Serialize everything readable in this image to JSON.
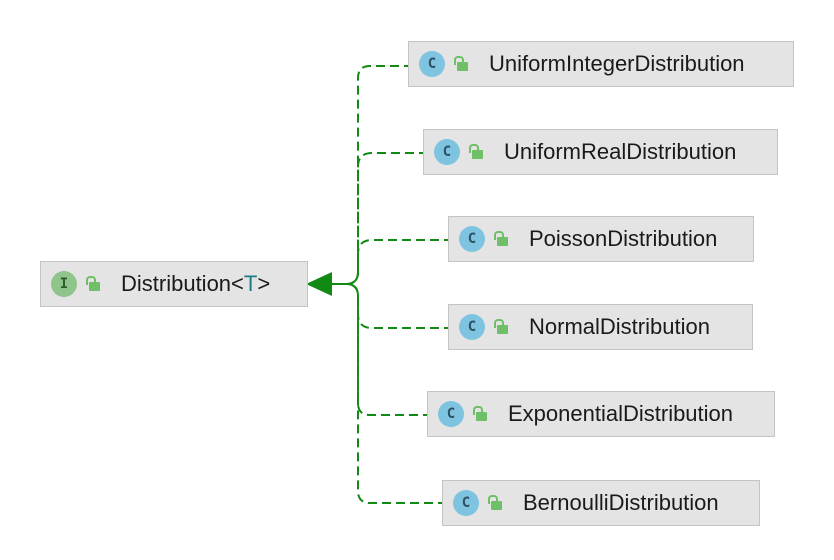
{
  "interface": {
    "badge": "I",
    "name": "Distribution",
    "type_open": "<",
    "type_param": "T",
    "type_close": ">"
  },
  "classes": [
    {
      "badge": "C",
      "name": "UniformIntegerDistribution"
    },
    {
      "badge": "C",
      "name": "UniformRealDistribution"
    },
    {
      "badge": "C",
      "name": "PoissonDistribution"
    },
    {
      "badge": "C",
      "name": "NormalDistribution"
    },
    {
      "badge": "C",
      "name": "ExponentialDistribution"
    },
    {
      "badge": "C",
      "name": "BernoulliDistribution"
    }
  ],
  "colors": {
    "edge": "#118a14",
    "class_badge": "#7ec3df",
    "interface_badge": "#8fc58a",
    "lock": "#6fbf68",
    "type_param": "#1c7d86"
  }
}
